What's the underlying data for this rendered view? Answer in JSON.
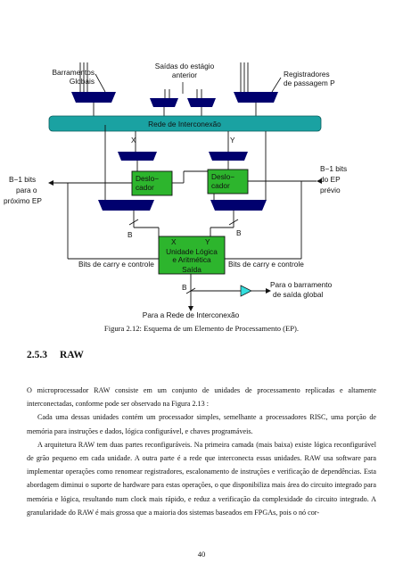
{
  "figure": {
    "labels": {
      "barramentos": [
        "Barramentos",
        "Globais"
      ],
      "saidas": [
        "Saídas do estágio",
        "anterior"
      ],
      "registradores": [
        "Registradores",
        "de passagem P"
      ],
      "rede": "Rede de Interconexão",
      "x": "X",
      "y": "Y",
      "desloc_left": [
        "Deslo−",
        "cador"
      ],
      "desloc_right": [
        "Deslo−",
        "cador"
      ],
      "bits_left": [
        "B−1 bits",
        "para o",
        "próximo EP"
      ],
      "bits_right": [
        "B−1 bits",
        "do EP",
        "prévio"
      ],
      "b": "B",
      "alu": [
        "Unidade Lógica",
        "e Aritmética"
      ],
      "saida": "Saída",
      "carry_left": "Bits de carry e controle",
      "carry_right": "Bits de carry e controle",
      "barramento_saida": [
        "Para o barramento",
        "de saída global"
      ],
      "para_rede": "Para a Rede de Interconexão"
    },
    "caption": "Figura 2.12: Esquema de um Elemento de Processamento (EP)."
  },
  "section": {
    "number": "2.5.3",
    "title": "RAW"
  },
  "paragraphs": [
    "O microprocessador RAW consiste em um conjunto de unidades de processamento replicadas e altamente interconectadas, conforme pode ser observado na Figura 2.13 :",
    "Cada uma dessas unidades contém um processador simples, semelhante a processadores RISC, uma porção de memória para instruções e dados, lógica configurável, e chaves programáveis.",
    "A arquitetura RAW tem duas partes reconfiguráveis. Na primeira camada (mais baixa) existe lógica reconfigurável de grão pequeno em cada unidade. A outra parte é a rede que interconecta essas unidades. RAW usa software para implementar operações como renomear registradores, escalonamento de instruções e verificação de dependências. Esta abordagem diminui o suporte de hardware para estas operações, o que disponibiliza mais área do circuito integrado para memória e lógica, resultando num clock mais rápido, e reduz a verificação da complexidade do circuito integrado. A granularidade do RAW é mais grossa que a maioria dos sistemas baseados em FPGAs, pois o nó cor-"
  ],
  "page_number": "40",
  "colors": {
    "teal": "#1aa2a2",
    "green": "#2db52d",
    "navy": "#00006e",
    "cyan": "#33dddd"
  }
}
